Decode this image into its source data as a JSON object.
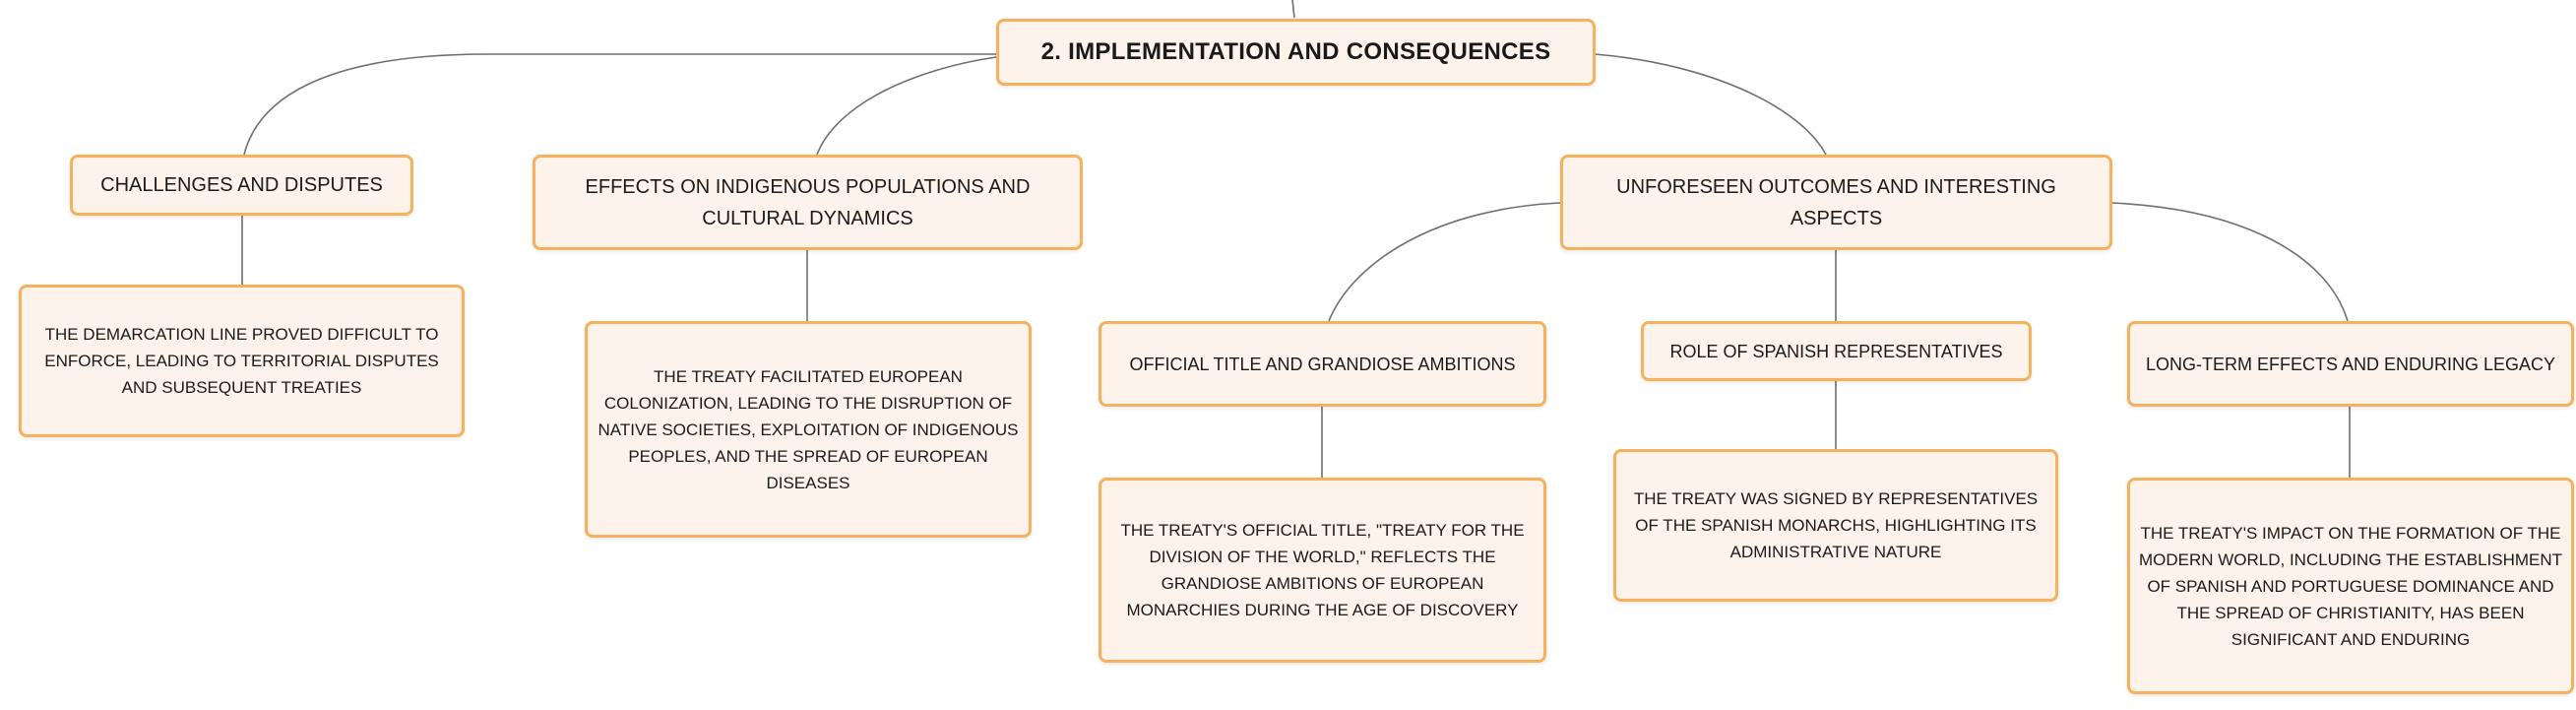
{
  "diagram": {
    "root": {
      "label": "2. IMPLEMENTATION AND CONSEQUENCES"
    },
    "branches": {
      "challenges": {
        "label": "CHALLENGES AND DISPUTES",
        "detail": "THE DEMARCATION LINE PROVED DIFFICULT TO ENFORCE, LEADING TO TERRITORIAL DISPUTES AND SUBSEQUENT TREATIES"
      },
      "effects": {
        "label": "EFFECTS ON INDIGENOUS POPULATIONS AND CULTURAL DYNAMICS",
        "detail": "THE TREATY FACILITATED EUROPEAN COLONIZATION, LEADING TO THE DISRUPTION OF NATIVE SOCIETIES, EXPLOITATION OF INDIGENOUS PEOPLES, AND THE SPREAD OF EUROPEAN DISEASES"
      },
      "unforeseen": {
        "label": "UNFORESEEN OUTCOMES AND INTERESTING ASPECTS",
        "children": {
          "title": {
            "label": "OFFICIAL TITLE AND GRANDIOSE AMBITIONS",
            "detail": "THE TREATY'S OFFICIAL TITLE, \"TREATY FOR THE DIVISION OF THE WORLD,\" REFLECTS THE GRANDIOSE AMBITIONS OF EUROPEAN MONARCHIES DURING THE AGE OF DISCOVERY"
          },
          "role": {
            "label": "ROLE OF SPANISH REPRESENTATIVES",
            "detail": "THE TREATY WAS SIGNED BY REPRESENTATIVES OF THE SPANISH MONARCHS, HIGHLIGHTING ITS ADMINISTRATIVE NATURE"
          },
          "legacy": {
            "label": "LONG-TERM EFFECTS AND ENDURING LEGACY",
            "detail": "THE TREATY'S IMPACT ON THE FORMATION OF THE MODERN WORLD, INCLUDING THE ESTABLISHMENT OF SPANISH AND PORTUGUESE DOMINANCE AND THE SPREAD OF CHRISTIANITY, HAS BEEN SIGNIFICANT AND ENDURING"
          }
        }
      }
    },
    "colors": {
      "node_fill": "#fdf3ea",
      "node_border": "#f5b15c",
      "connector": "#6f6f6f",
      "text": "#1a1a1a"
    }
  }
}
